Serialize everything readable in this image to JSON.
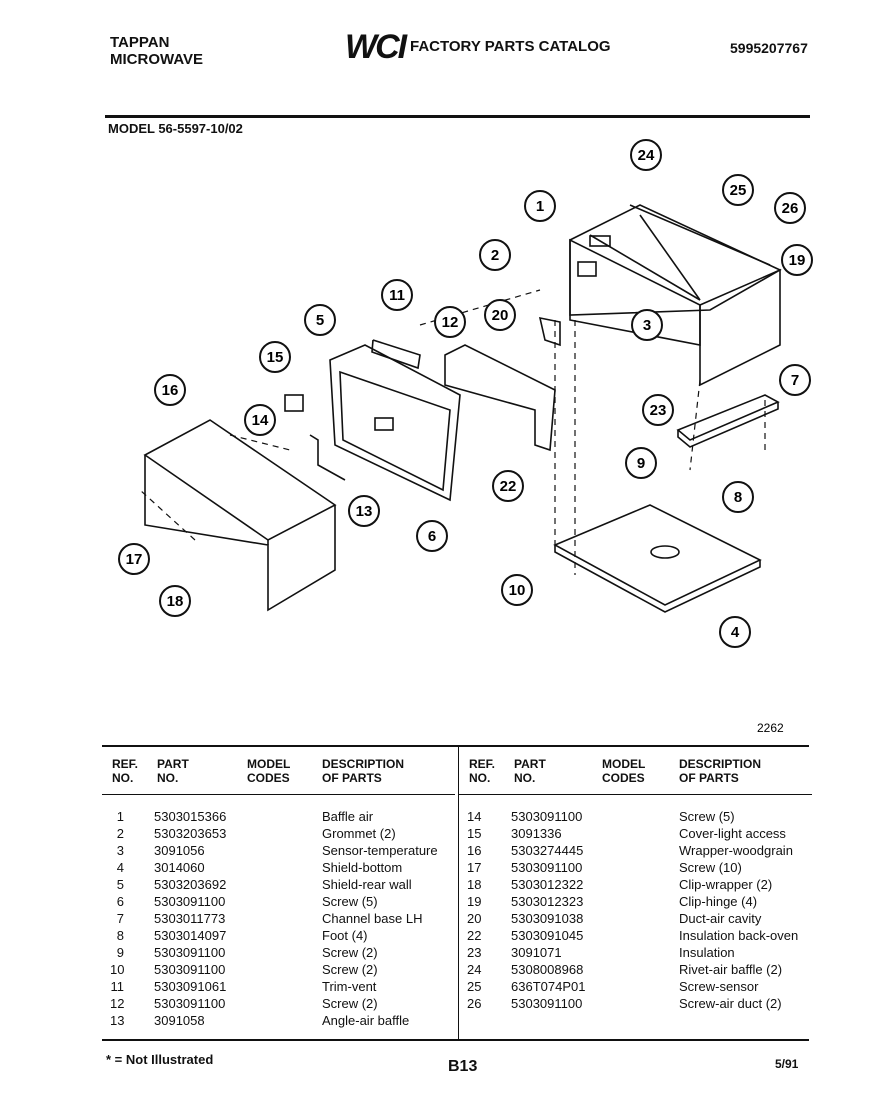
{
  "header": {
    "brand_line1": "TAPPAN",
    "brand_line2": "MICROWAVE",
    "logo": "WCI",
    "catalog_title": "FACTORY PARTS CATALOG",
    "catalog_number": "5995207767",
    "model": "MODEL 56-5597-10/02"
  },
  "diagram": {
    "code": "2262",
    "callouts": [
      "1",
      "2",
      "3",
      "4",
      "5",
      "6",
      "7",
      "8",
      "9",
      "10",
      "11",
      "12",
      "13",
      "14",
      "15",
      "16",
      "17",
      "18",
      "19",
      "20",
      "22",
      "23",
      "24",
      "25",
      "26"
    ]
  },
  "table": {
    "headers": {
      "ref_line1": "REF.",
      "ref_line2": "NO.",
      "part_line1": "PART",
      "part_line2": "NO.",
      "codes_line1": "MODEL",
      "codes_line2": "CODES",
      "desc_line1": "DESCRIPTION",
      "desc_line2": "OF PARTS"
    },
    "left_rows": [
      {
        "ref": "1",
        "part": "5303015366",
        "desc": "Baffle air"
      },
      {
        "ref": "2",
        "part": "5303203653",
        "desc": "Grommet (2)"
      },
      {
        "ref": "3",
        "part": "3091056",
        "desc": "Sensor-temperature"
      },
      {
        "ref": "4",
        "part": "3014060",
        "desc": "Shield-bottom"
      },
      {
        "ref": "5",
        "part": "5303203692",
        "desc": "Shield-rear wall"
      },
      {
        "ref": "6",
        "part": "5303091100",
        "desc": "Screw (5)"
      },
      {
        "ref": "7",
        "part": "5303011773",
        "desc": "Channel base LH"
      },
      {
        "ref": "8",
        "part": "5303014097",
        "desc": "Foot (4)"
      },
      {
        "ref": "9",
        "part": "5303091100",
        "desc": "Screw (2)"
      },
      {
        "ref": "10",
        "part": "5303091100",
        "desc": "Screw (2)"
      },
      {
        "ref": "11",
        "part": "5303091061",
        "desc": "Trim-vent"
      },
      {
        "ref": "12",
        "part": "5303091100",
        "desc": "Screw (2)"
      },
      {
        "ref": "13",
        "part": "3091058",
        "desc": "Angle-air baffle"
      }
    ],
    "right_rows": [
      {
        "ref": "14",
        "part": "5303091100",
        "desc": "Screw (5)"
      },
      {
        "ref": "15",
        "part": "3091336",
        "desc": "Cover-light access"
      },
      {
        "ref": "16",
        "part": "5303274445",
        "desc": "Wrapper-woodgrain"
      },
      {
        "ref": "17",
        "part": "5303091100",
        "desc": "Screw (10)"
      },
      {
        "ref": "18",
        "part": "5303012322",
        "desc": "Clip-wrapper (2)"
      },
      {
        "ref": "19",
        "part": "5303012323",
        "desc": "Clip-hinge (4)"
      },
      {
        "ref": "20",
        "part": "5303091038",
        "desc": "Duct-air cavity"
      },
      {
        "ref": "22",
        "part": "5303091045",
        "desc": "Insulation back-oven"
      },
      {
        "ref": "23",
        "part": "3091071",
        "desc": "Insulation"
      },
      {
        "ref": "24",
        "part": "5308008968",
        "desc": "Rivet-air baffle (2)"
      },
      {
        "ref": "25",
        "part": "636T074P01",
        "desc": "Screw-sensor"
      },
      {
        "ref": "26",
        "part": "5303091100",
        "desc": "Screw-air duct (2)"
      }
    ]
  },
  "footer": {
    "footnote": "* = Not Illustrated",
    "page": "B13",
    "date": "5/91"
  }
}
